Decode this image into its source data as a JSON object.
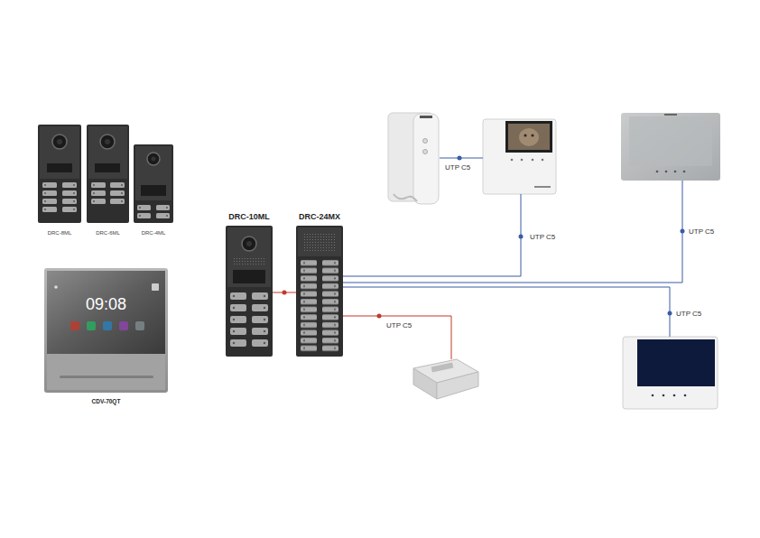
{
  "diagram": {
    "nodes": [
      {
        "text": [
          "DRC-8ML"
        ]
      },
      {
        "text": [
          "DRC-6ML"
        ]
      },
      {
        "text": [
          "DRC-4ML"
        ]
      },
      {
        "text": [
          "CDV-70QT"
        ]
      },
      {
        "text": [
          "DRC-10ML"
        ]
      },
      {
        "text": [
          "DRC-24MX"
        ]
      }
    ],
    "edges": [
      {
        "from": 4,
        "to": 5,
        "arrow": "none"
      }
    ],
    "labels": [
      "09:08",
      "UTP C5",
      "UTP C5",
      "UTP C5",
      "UTP C5",
      "UTP C5"
    ]
  }
}
